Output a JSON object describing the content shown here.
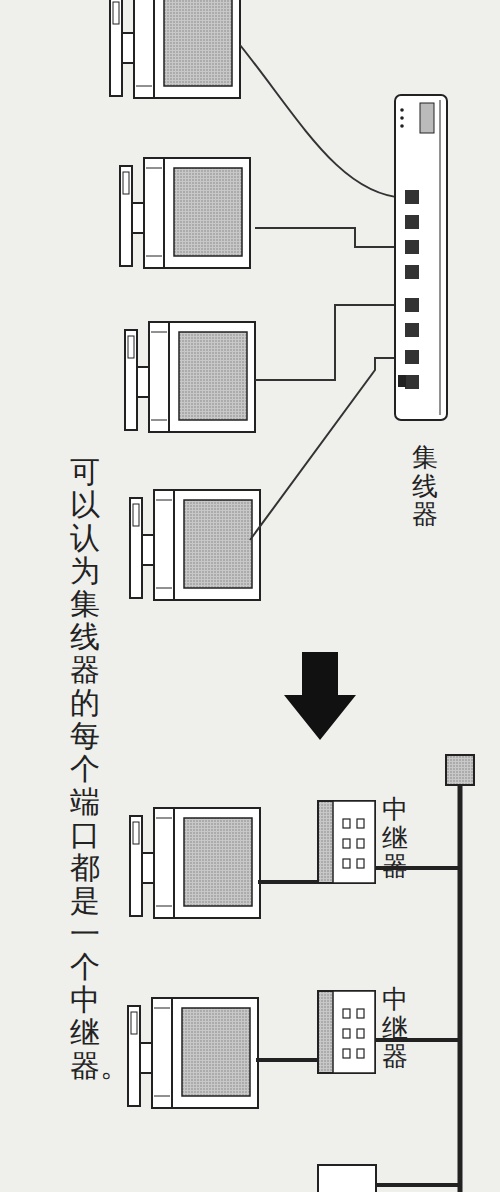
{
  "diagram": {
    "caption": "可以认为集线器的每个端口都是一个中继器。",
    "nodes": [
      {
        "text": [
          "集线器"
        ]
      },
      {
        "text": [
          "中继器"
        ]
      },
      {
        "text": [
          "中继器"
        ]
      }
    ]
  }
}
